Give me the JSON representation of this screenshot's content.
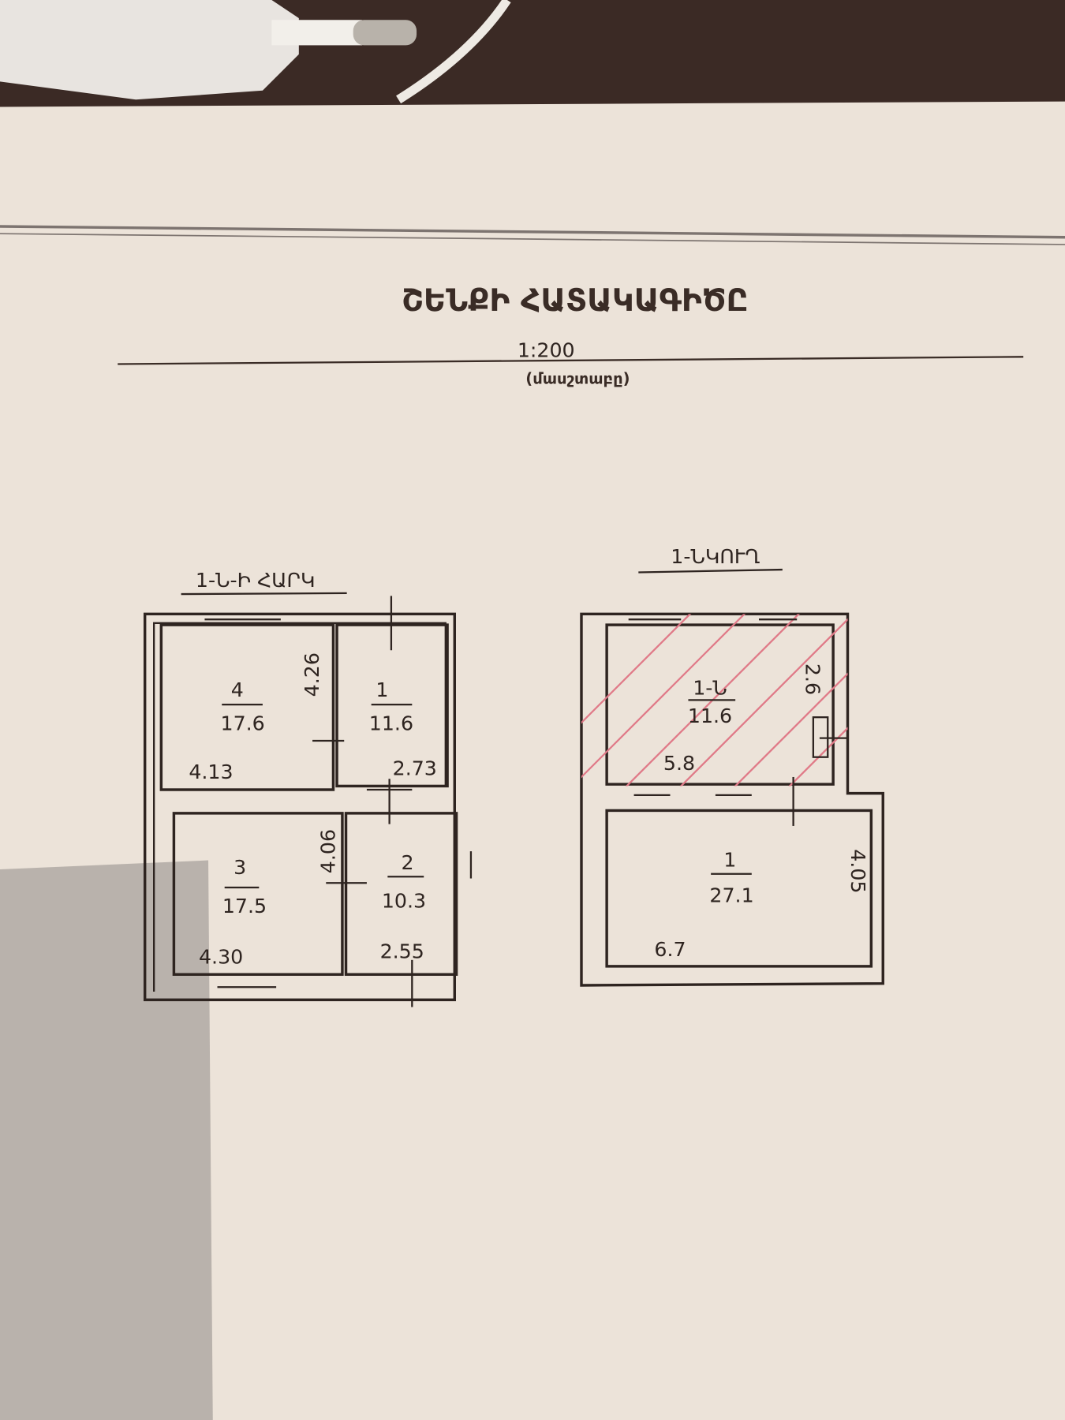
{
  "document": {
    "title": "ՇԵՆՔԻ ՀԱՏԱԿԱԳԻԾԸ",
    "scale": "1:200",
    "scale_caption": "(մասշտաբը)"
  },
  "plans": [
    {
      "label": "1-Ն-Ի ՀԱՐԿ",
      "rooms": [
        {
          "number": "4",
          "area": "17.6"
        },
        {
          "number": "1",
          "area": "11.6"
        },
        {
          "number": "3",
          "area": "17.5"
        },
        {
          "number": "2",
          "area": "10.3"
        }
      ],
      "dimensions": [
        "4.26",
        "4.13",
        "2.73",
        "4.06",
        "4.30",
        "2.55"
      ]
    },
    {
      "label": "1-ՆԿՈՒՂ",
      "rooms": [
        {
          "number": "1-Ն",
          "area": "11.6"
        },
        {
          "number": "1",
          "area": "27.1"
        }
      ],
      "dimensions": [
        "2.6",
        "5.8",
        "4.05",
        "6.7"
      ]
    }
  ],
  "colors": {
    "paper": "#ede4da",
    "hatch": "#e07a88",
    "ink": "#2e2420"
  }
}
